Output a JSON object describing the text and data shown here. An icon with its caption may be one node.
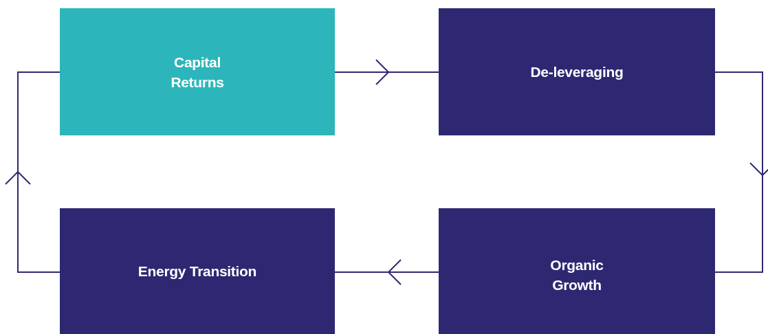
{
  "diagram": {
    "nodes": [
      {
        "text": [
          "Capital Returns"
        ]
      },
      {
        "text": [
          "De-leveraging"
        ]
      },
      {
        "text": [
          "Organic Growth"
        ]
      },
      {
        "text": [
          "Energy Transition"
        ]
      }
    ],
    "edges": [
      {
        "from": 0,
        "to": 1,
        "arrow": "to"
      },
      {
        "from": 1,
        "to": 2,
        "arrow": "to"
      },
      {
        "from": 2,
        "to": 3,
        "arrow": "to"
      },
      {
        "from": 3,
        "to": 0,
        "arrow": "to"
      }
    ]
  }
}
